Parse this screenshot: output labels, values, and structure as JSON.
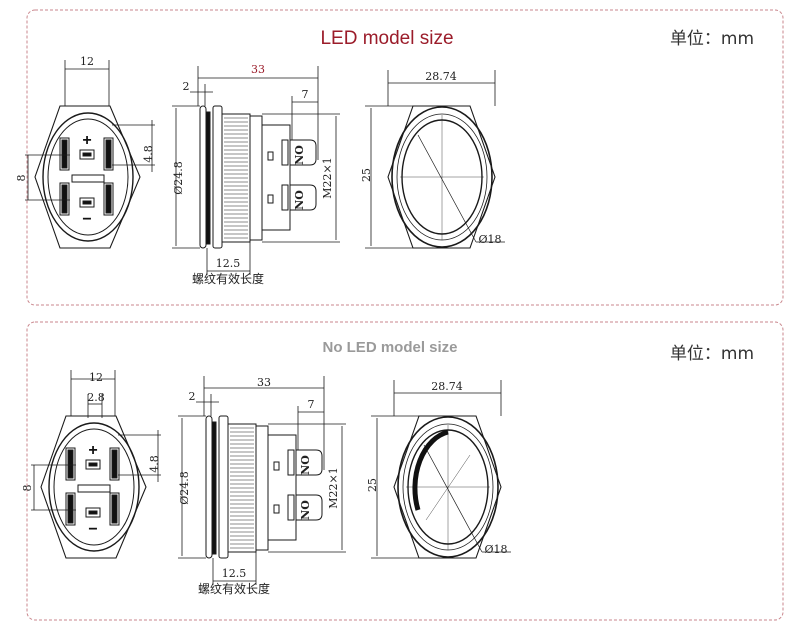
{
  "colors": {
    "title_red": "#9b1c2a",
    "title_gray": "#9a9a9a",
    "frame": "#c9868c",
    "line": "#1a1a1a"
  },
  "panels": [
    {
      "title": "LED model size",
      "unit": "单位：mm",
      "front": {
        "width": "12",
        "pitch": "4.8",
        "height": "8",
        "plus": "+",
        "minus": "−"
      },
      "side": {
        "length": "33",
        "flange": "2",
        "terminal": "7",
        "diameter": "Ø24.8",
        "thread": "M22×1",
        "thread_len": "12.5",
        "thread_note": "螺纹有效长度",
        "contact_1": "NO",
        "contact_2": "NO"
      },
      "back": {
        "across_corners": "28.74",
        "across_flats": "25",
        "button_dia": "Ø18"
      }
    },
    {
      "title": "No LED model size",
      "unit": "单位：mm",
      "front": {
        "width": "12",
        "pin_pitch": "2.8",
        "pitch": "4.8",
        "height": "8",
        "plus": "+",
        "minus": "−"
      },
      "side": {
        "length": "33",
        "flange": "2",
        "terminal": "7",
        "diameter": "Ø24.8",
        "thread": "M22×1",
        "thread_len": "12.5",
        "thread_note": "螺纹有效长度",
        "contact_1": "NO",
        "contact_2": "NO"
      },
      "back": {
        "across_corners": "28.74",
        "across_flats": "25",
        "button_dia": "Ø18"
      }
    }
  ]
}
